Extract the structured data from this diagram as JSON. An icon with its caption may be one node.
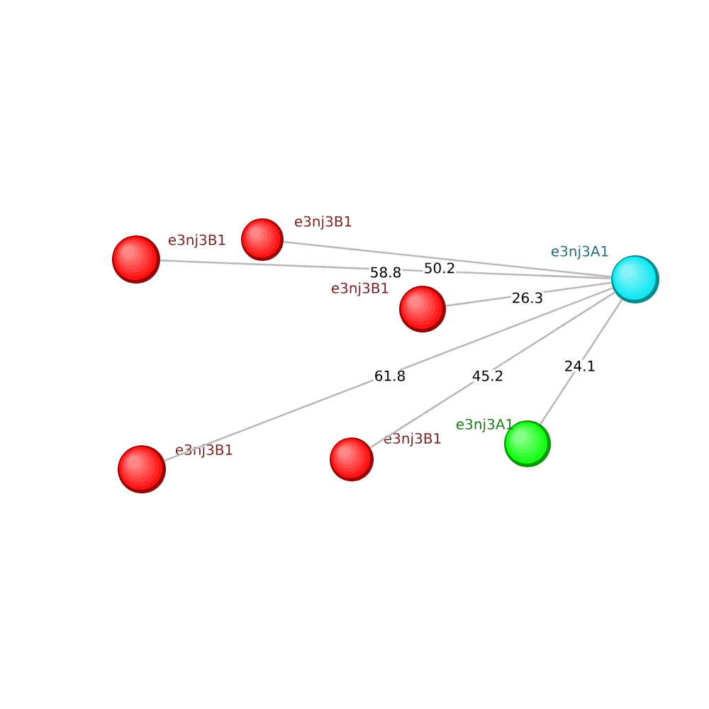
{
  "diagram": {
    "nodes": [
      {
        "text": [],
        "shape": "circle",
        "beside": [
          "e3nj3A1"
        ]
      },
      {
        "text": [],
        "shape": "circle",
        "beside": [
          "e3nj3B1"
        ]
      },
      {
        "text": [],
        "shape": "circle",
        "beside": [
          "e3nj3B1"
        ]
      },
      {
        "text": [],
        "shape": "circle",
        "beside": [
          "e3nj3B1"
        ]
      },
      {
        "text": [],
        "shape": "circle",
        "beside": [
          "e3nj3B1"
        ]
      },
      {
        "text": [],
        "shape": "circle",
        "beside": [
          "e3nj3B1"
        ]
      },
      {
        "text": [],
        "shape": "circle",
        "beside": [
          "e3nj3A1"
        ]
      }
    ],
    "edges": [
      {
        "from": 0,
        "to": 1,
        "arrow": "none",
        "label": "58.8"
      },
      {
        "from": 0,
        "to": 2,
        "arrow": "none",
        "label": "50.2"
      },
      {
        "from": 0,
        "to": 3,
        "arrow": "none",
        "label": "26.3"
      },
      {
        "from": 0,
        "to": 4,
        "arrow": "none",
        "label": "61.8"
      },
      {
        "from": 0,
        "to": 5,
        "arrow": "none",
        "label": "45.2"
      },
      {
        "from": 0,
        "to": 6,
        "arrow": "none",
        "label": "24.1"
      }
    ]
  }
}
